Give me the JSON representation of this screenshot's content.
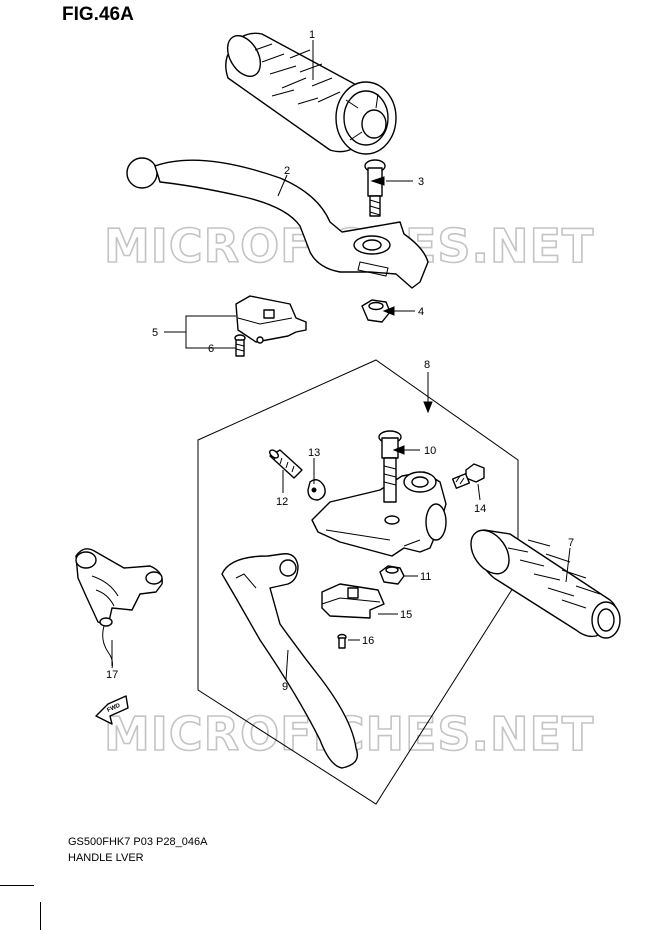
{
  "figure": {
    "title": "FIG.46A",
    "model_code": "GS500FHK7 P03 P28_046A",
    "name": "HANDLE LVER",
    "fwd_label": "FWD"
  },
  "watermark": {
    "text_top": "MICROFICHES.NET",
    "text_bottom": "MICROFICHES.NET"
  },
  "callouts": [
    "1",
    "2",
    "3",
    "4",
    "5",
    "6",
    "7",
    "8",
    "9",
    "10",
    "11",
    "12",
    "13",
    "14",
    "15",
    "16",
    "17"
  ]
}
